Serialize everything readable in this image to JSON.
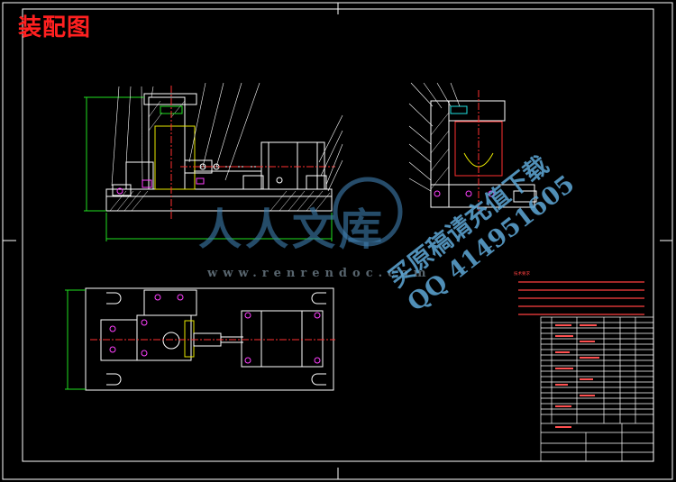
{
  "title": "装配图",
  "watermark": {
    "brand": "人人文库",
    "url": "www.renrendoc.com",
    "line1": "买原稿请充值下载",
    "line2": "QQ 414951605"
  },
  "notes_heading": "技术要求",
  "colors": {
    "background": "#000000",
    "title_red": "#ff2020",
    "line_white": "#ffffff",
    "outline_yellow": "#e8e800",
    "cutting_red": "#ff3030",
    "center_magenta": "#ff40ff",
    "cyan": "#20e0e0",
    "green": "#20e020",
    "watermark_blue": "#5fa8d8"
  }
}
